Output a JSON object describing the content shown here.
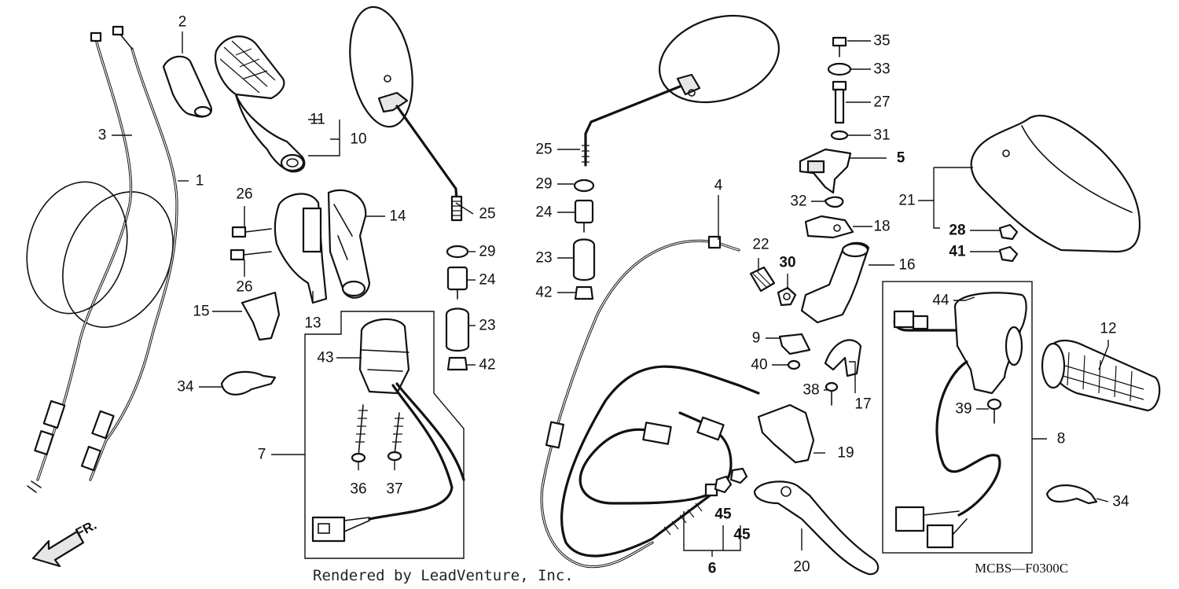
{
  "callouts": [
    {
      "id": "c1",
      "text": "1"
    },
    {
      "id": "c2",
      "text": "2"
    },
    {
      "id": "c3",
      "text": "3"
    },
    {
      "id": "c4",
      "text": "4"
    },
    {
      "id": "c5",
      "text": "5"
    },
    {
      "id": "c6",
      "text": "6"
    },
    {
      "id": "c7",
      "text": "7"
    },
    {
      "id": "c8",
      "text": "8"
    },
    {
      "id": "c9",
      "text": "9"
    },
    {
      "id": "c10",
      "text": "10"
    },
    {
      "id": "c11",
      "text": "11"
    },
    {
      "id": "c12",
      "text": "12"
    },
    {
      "id": "c13",
      "text": "13"
    },
    {
      "id": "c14",
      "text": "14"
    },
    {
      "id": "c15",
      "text": "15"
    },
    {
      "id": "c16",
      "text": "16"
    },
    {
      "id": "c17",
      "text": "17"
    },
    {
      "id": "c18",
      "text": "18"
    },
    {
      "id": "c19",
      "text": "19"
    },
    {
      "id": "c20",
      "text": "20"
    },
    {
      "id": "c21",
      "text": "21"
    },
    {
      "id": "c22",
      "text": "22"
    },
    {
      "id": "c23a",
      "text": "23"
    },
    {
      "id": "c23b",
      "text": "23"
    },
    {
      "id": "c24a",
      "text": "24"
    },
    {
      "id": "c24b",
      "text": "24"
    },
    {
      "id": "c25a",
      "text": "25"
    },
    {
      "id": "c25b",
      "text": "25"
    },
    {
      "id": "c26a",
      "text": "26"
    },
    {
      "id": "c26b",
      "text": "26"
    },
    {
      "id": "c27",
      "text": "27"
    },
    {
      "id": "c28",
      "text": "28"
    },
    {
      "id": "c29a",
      "text": "29"
    },
    {
      "id": "c29b",
      "text": "29"
    },
    {
      "id": "c30",
      "text": "30"
    },
    {
      "id": "c31",
      "text": "31"
    },
    {
      "id": "c32",
      "text": "32"
    },
    {
      "id": "c33",
      "text": "33"
    },
    {
      "id": "c34a",
      "text": "34"
    },
    {
      "id": "c34b",
      "text": "34"
    },
    {
      "id": "c35",
      "text": "35"
    },
    {
      "id": "c36",
      "text": "36"
    },
    {
      "id": "c37",
      "text": "37"
    },
    {
      "id": "c38",
      "text": "38"
    },
    {
      "id": "c39",
      "text": "39"
    },
    {
      "id": "c40",
      "text": "40"
    },
    {
      "id": "c41",
      "text": "41"
    },
    {
      "id": "c42a",
      "text": "42"
    },
    {
      "id": "c42b",
      "text": "42"
    },
    {
      "id": "c43",
      "text": "43"
    },
    {
      "id": "c44",
      "text": "44"
    },
    {
      "id": "c45a",
      "text": "45"
    },
    {
      "id": "c45b",
      "text": "45"
    }
  ],
  "footer": {
    "credit": "Rendered by LeadVenture, Inc.",
    "diagram_code": "MCBS—F0300C"
  },
  "direction": {
    "label": "FR.",
    "icon": "front-direction-arrow-icon"
  }
}
